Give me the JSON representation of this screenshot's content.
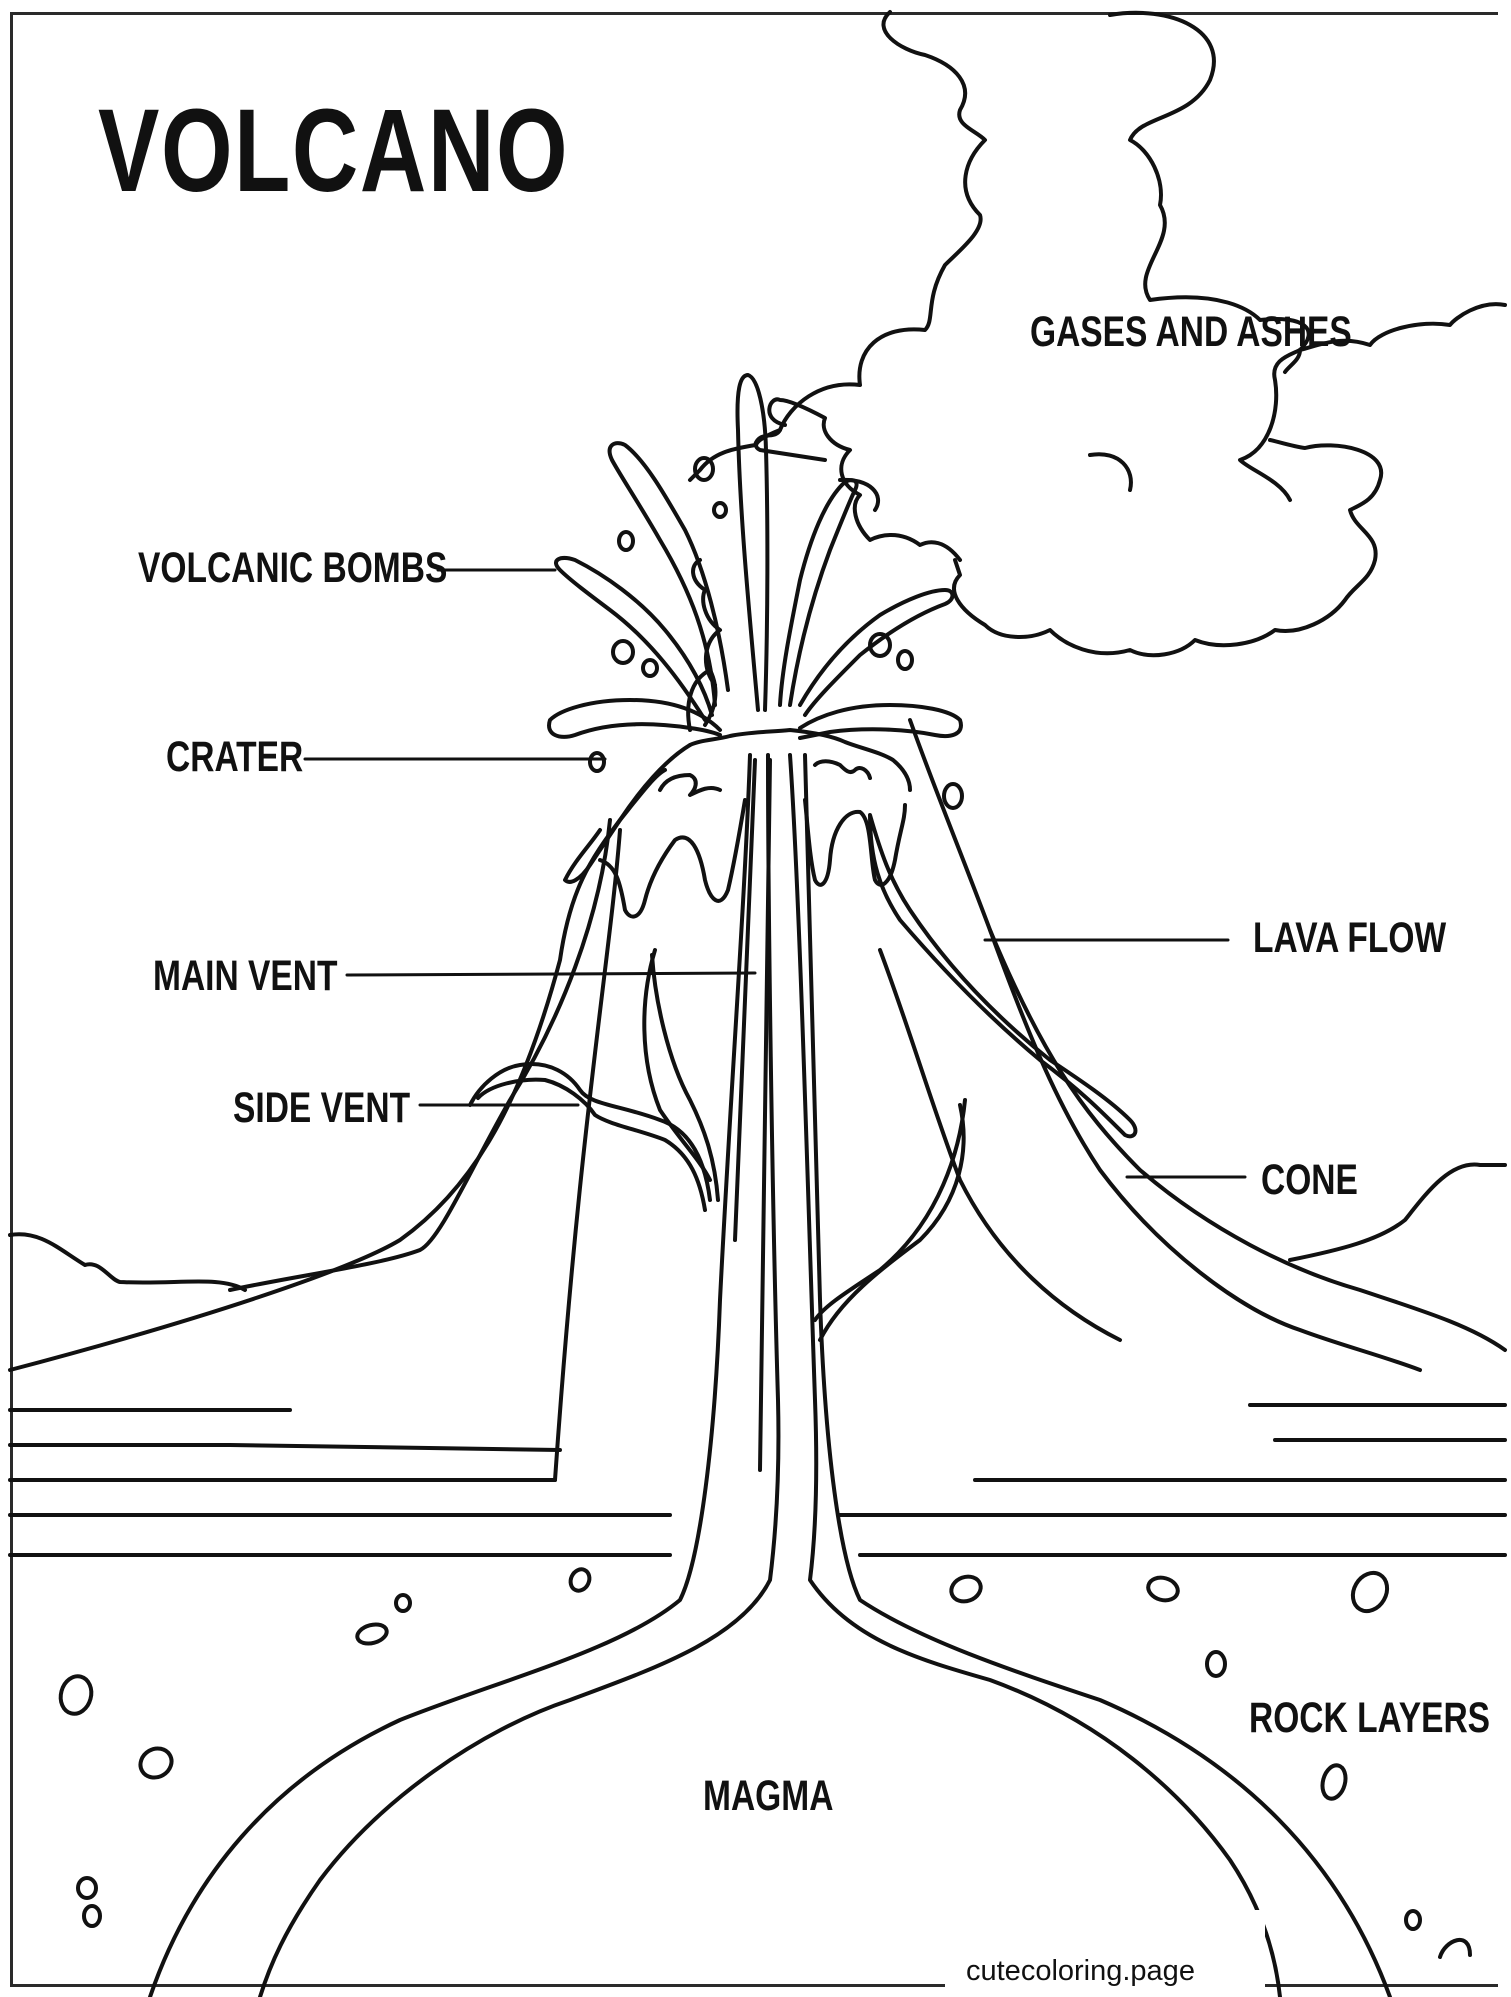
{
  "title": "VOLCANO",
  "labels": {
    "gases": "GASES AND ASHES",
    "bombs": "VOLCANIC BOMBS",
    "crater": "CRATER",
    "main_vent": "MAIN VENT",
    "side_vent": "SIDE VENT",
    "lava_flow": "LAVA FLOW",
    "cone": "CONE",
    "rock_layers": "ROCK LAYERS",
    "magma": "MAGMA"
  },
  "credit": "cutecoloring.page",
  "colors": {
    "ink": "#111111",
    "paper": "#ffffff"
  }
}
